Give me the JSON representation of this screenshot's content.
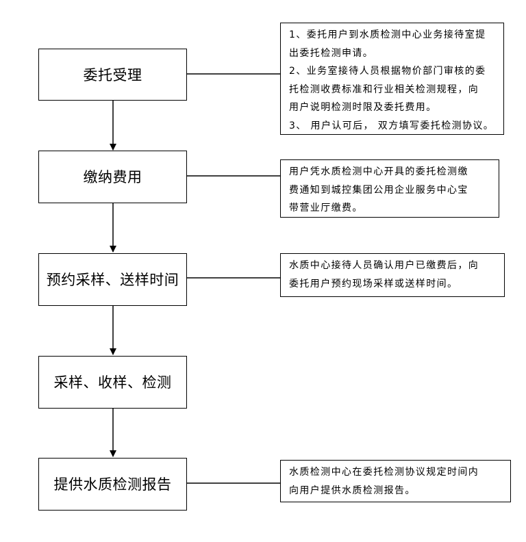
{
  "steps": [
    {
      "label": "委托受理"
    },
    {
      "label": "缴纳费用"
    },
    {
      "label": "预约采样、送样时间"
    },
    {
      "label": "采样、收样、检测"
    },
    {
      "label": "提供水质检测报告"
    }
  ],
  "notes": {
    "acceptance": [
      "1、委托用户到水质检测中心业务接待室提",
      "出委托检测申请。",
      "2、业务室接待人员根据物价部门审核的委",
      "托检测收费标准和行业相关检测规程，向",
      "用户说明检测时限及委托费用。",
      "3、 用户认可后， 双方填写委托检测协议。"
    ],
    "payment": [
      "用户凭水质检测中心开具的委托检测缴",
      "费通知到城控集团公用企业服务中心宝",
      "带营业厅缴费。"
    ],
    "appointment": [
      "水质中心接待人员确认用户已缴费后，向",
      "委托用户预约现场采样或送样时间。"
    ],
    "report": [
      "水质检测中心在委托检测协议规定时间内",
      "向用户提供水质检测报告。"
    ]
  }
}
